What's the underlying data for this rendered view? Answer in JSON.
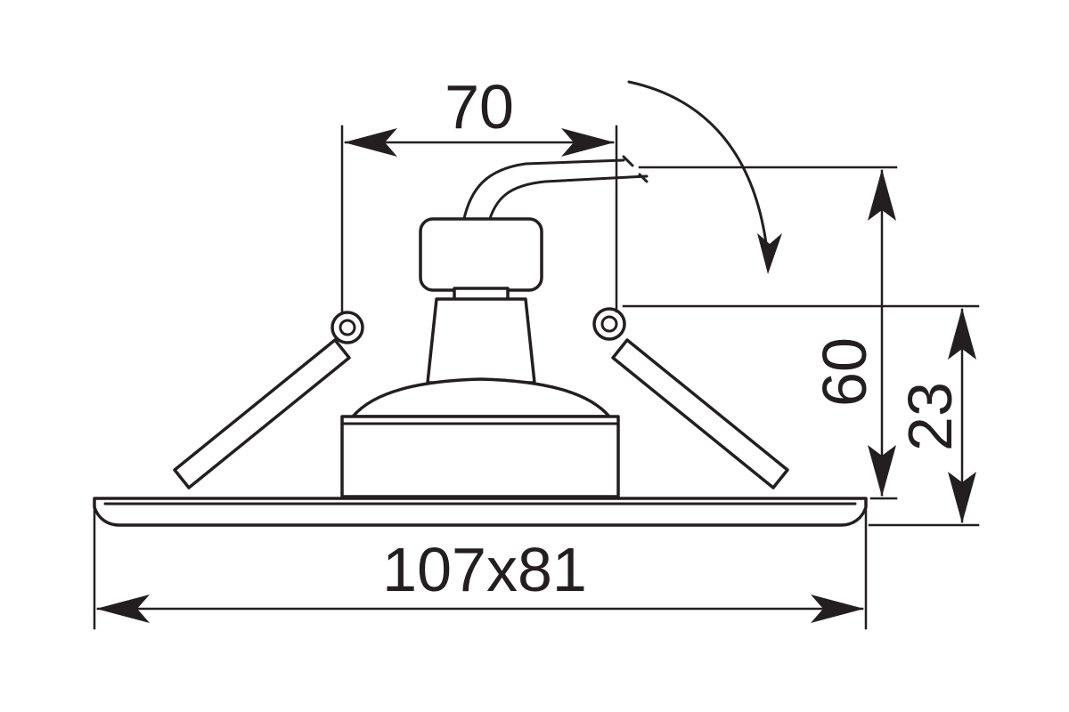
{
  "dimensions": {
    "top_width": "70",
    "total_height": "60",
    "recess_depth": "23",
    "flange_size": "107x81"
  },
  "colors": {
    "line": "#231f20",
    "background": "#ffffff"
  }
}
